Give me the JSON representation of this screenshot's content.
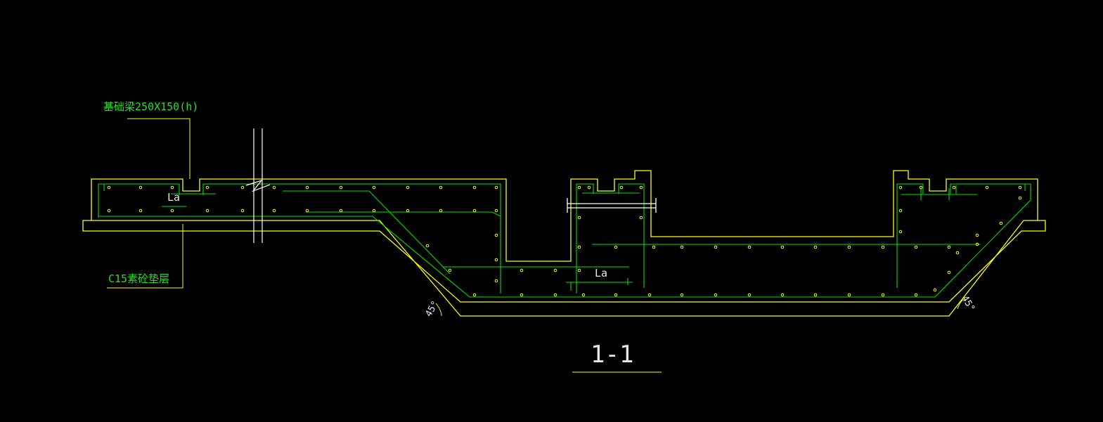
{
  "labels": {
    "beam_note": "基础梁250X150(h)",
    "cushion_note": "C15素砼垫层",
    "anchor_left": "La",
    "anchor_mid": "La",
    "angle_left": "45°",
    "angle_right": "45°",
    "section_title": "1-1"
  },
  "colors": {
    "background": "#000000",
    "concrete_outline": "#ffff00",
    "rebar": "#00e000",
    "text_green": "#22e022",
    "text_white": "#e8e8e8"
  }
}
